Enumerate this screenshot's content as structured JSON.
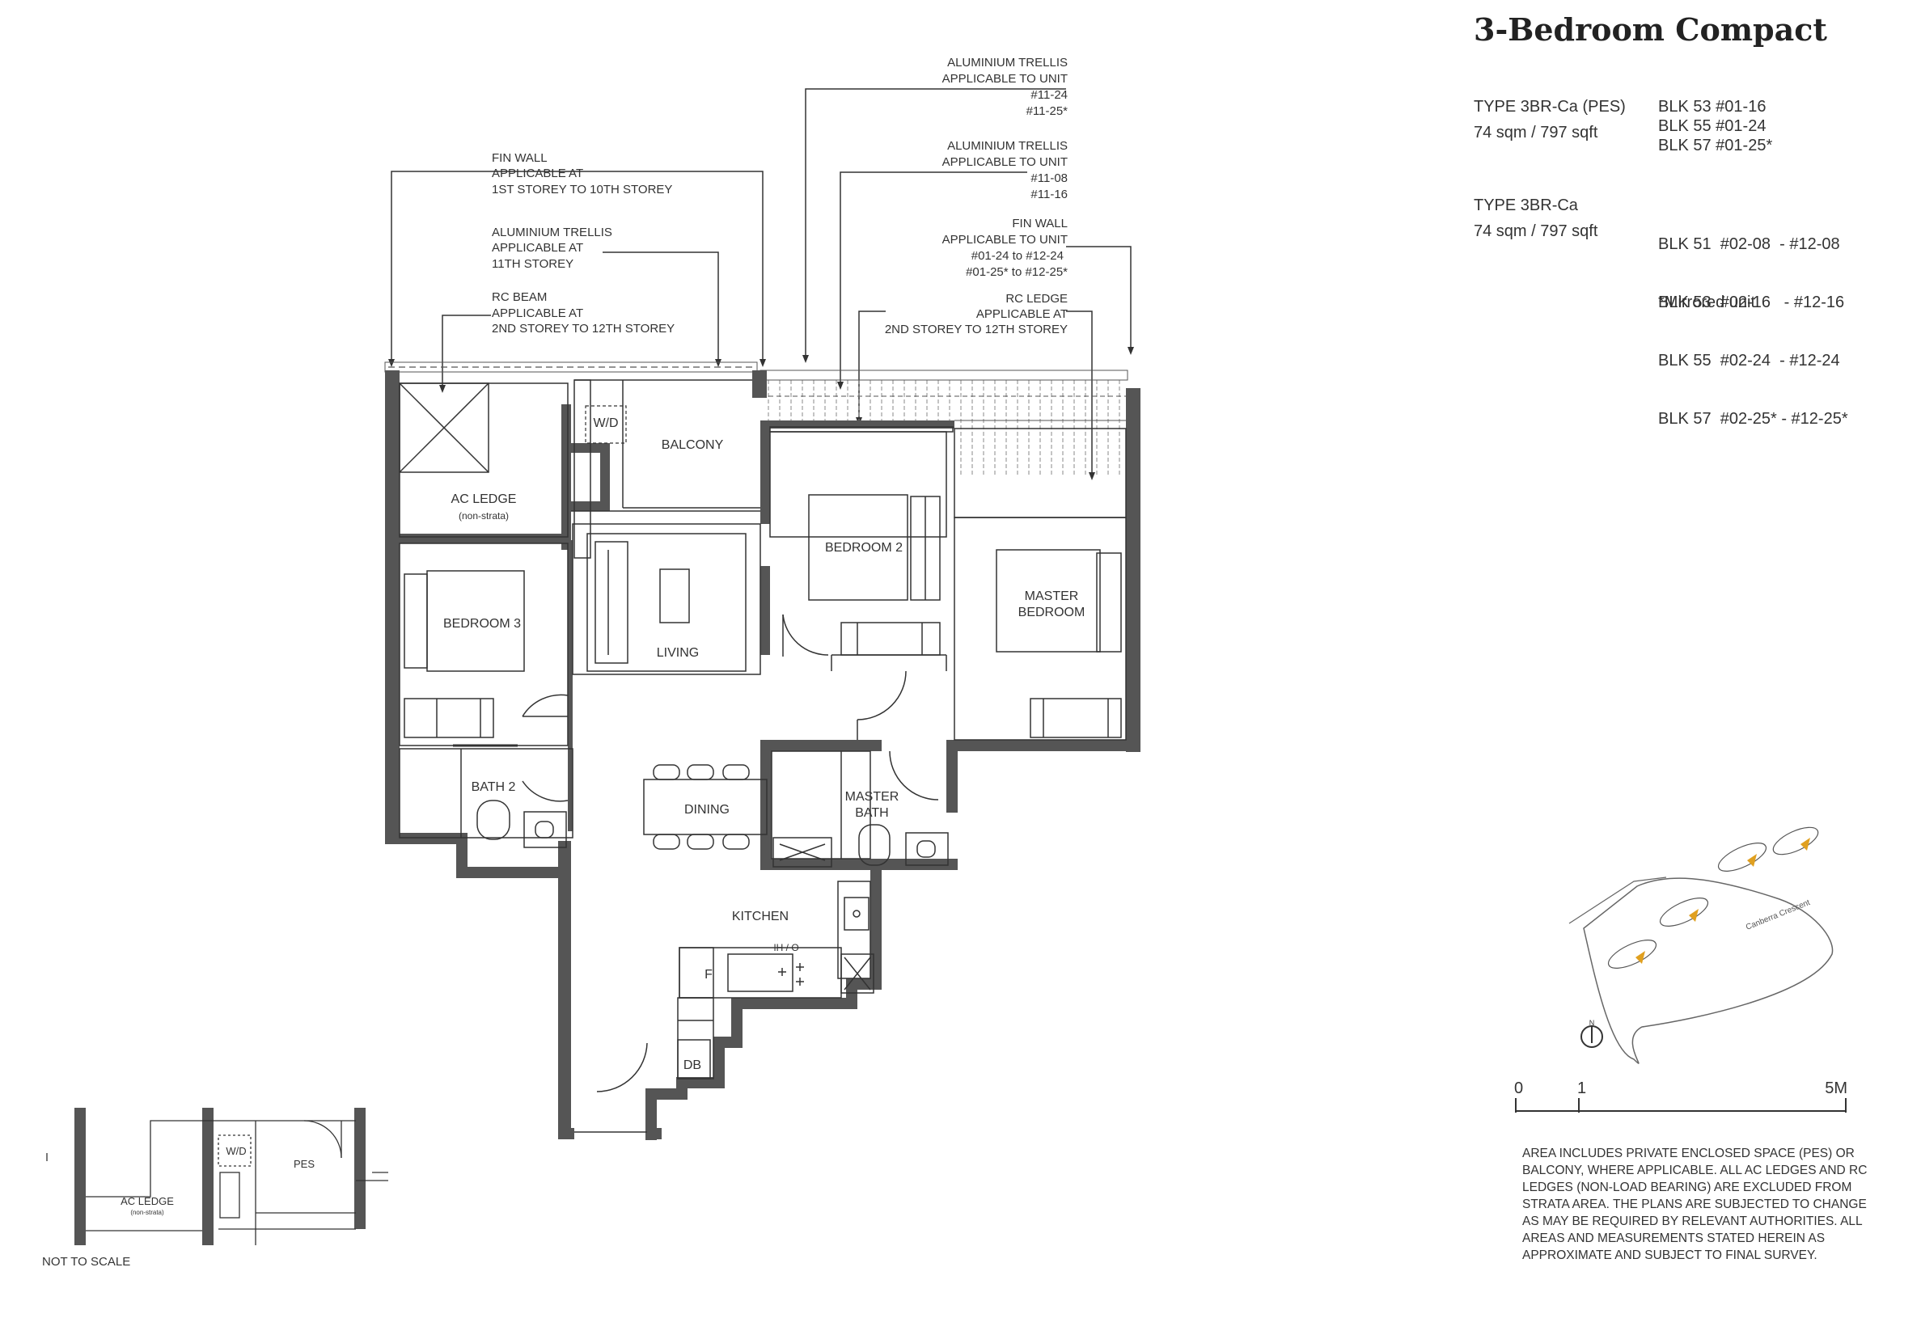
{
  "title": "3-Bedroom Compact",
  "types": [
    {
      "name": "TYPE 3BR-Ca (PES)",
      "area": "74 sqm / 797 sqft",
      "units": [
        "BLK 53 #01-16",
        "BLK 55 #01-24",
        "BLK 57 #01-25*"
      ]
    },
    {
      "name": "TYPE 3BR-Ca",
      "area": "74 sqm / 797 sqft",
      "units": [
        "BLK 51  #02-08  - #12-08",
        "BLK 53  #02-16   - #12-16",
        "BLK 55  #02-24  - #12-24",
        "BLK 57  #02-25* - #12-25*"
      ]
    }
  ],
  "mirrored_note": "*Mirrored unit",
  "callouts": {
    "trellis_top": [
      "ALUMINIUM TRELLIS",
      "APPLICABLE TO UNIT",
      "#11-24",
      "#11-25*"
    ],
    "trellis_mid": [
      "ALUMINIUM TRELLIS",
      "APPLICABLE TO UNIT",
      "#11-08",
      "#11-16"
    ],
    "fin_wall_right": [
      "FIN WALL",
      "APPLICABLE TO UNIT",
      "#01-24  to #12-24",
      "#01-25* to #12-25*"
    ],
    "rc_ledge": [
      "RC LEDGE",
      "APPLICABLE AT",
      "2ND STOREY TO 12TH STOREY"
    ],
    "fin_wall_left": [
      "FIN WALL",
      "APPLICABLE AT",
      "1ST STOREY TO 10TH  STOREY"
    ],
    "trellis_11th": [
      "ALUMINIUM TRELLIS",
      "APPLICABLE AT",
      "11TH STOREY"
    ],
    "rc_beam": [
      "RC BEAM",
      "APPLICABLE AT",
      "2ND STOREY TO 12TH  STOREY"
    ]
  },
  "rooms": {
    "ac_ledge": "AC LEDGE",
    "ac_ledge_sub": "(non-strata)",
    "wd": "W/D",
    "balcony": "BALCONY",
    "bedroom2": "BEDROOM 2",
    "master_bedroom": [
      "MASTER",
      "BEDROOM"
    ],
    "bedroom3": "BEDROOM 3",
    "living": "LIVING",
    "bath2": "BATH 2",
    "dining": "DINING",
    "master_bath": [
      "MASTER",
      "BATH"
    ],
    "kitchen": "KITCHEN",
    "fridge": "F",
    "hob": "IH / O",
    "db": "DB"
  },
  "inset": {
    "wd": "W/D",
    "pes": "PES",
    "ac_ledge": "AC LEDGE",
    "ac_ledge_sub": "(non-strata)",
    "note": "NOT TO SCALE"
  },
  "site": {
    "road": "Canberra Crescent",
    "north": "N"
  },
  "scale_bar": {
    "labels": [
      "0",
      "1",
      "5M"
    ]
  },
  "disclaimer": "AREA INCLUDES PRIVATE ENCLOSED SPACE (PES) OR BALCONY, WHERE APPLICABLE. ALL AC LEDGES AND RC LEDGES (NON-LOAD BEARING) ARE EXCLUDED FROM STRATA AREA. THE PLANS ARE SUBJECTED TO CHANGE AS MAY BE REQUIRED BY RELEVANT AUTHORITIES. ALL AREAS AND MEASUREMENTS STATED HEREIN AS APPROXIMATE AND SUBJECT TO FINAL SURVEY.",
  "colors": {
    "wall": "#555555",
    "line": "#333333",
    "accent": "#e0a020"
  }
}
